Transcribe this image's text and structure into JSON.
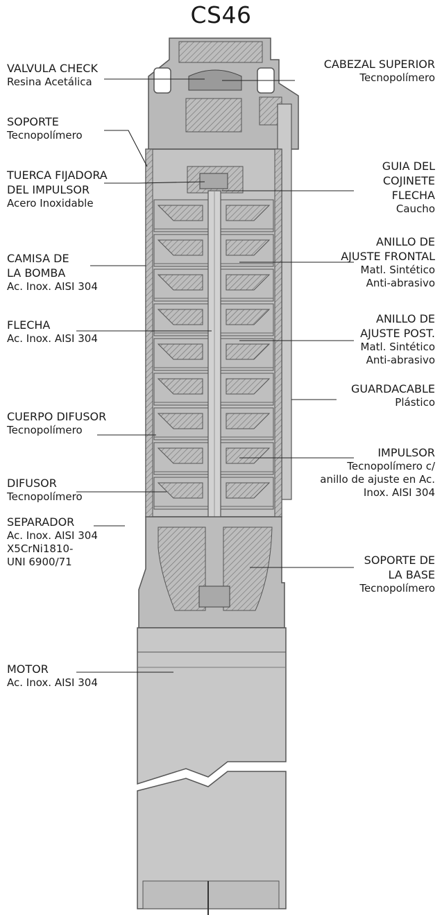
{
  "title": "CS46",
  "labels_left": [
    {
      "name": [
        "VALVULA CHECK"
      ],
      "material": [
        "Resina Acetálica"
      ]
    },
    {
      "name": [
        "SOPORTE"
      ],
      "material": [
        "Tecnopolímero"
      ]
    },
    {
      "name": [
        "TUERCA FIJADORA",
        "DEL IMPULSOR"
      ],
      "material": [
        "Acero Inoxidable"
      ]
    },
    {
      "name": [
        "CAMISA DE",
        "LA BOMBA"
      ],
      "material": [
        "Ac. Inox. AISI 304"
      ]
    },
    {
      "name": [
        "FLECHA"
      ],
      "material": [
        "Ac. Inox. AISI 304"
      ]
    },
    {
      "name": [
        "CUERPO DIFUSOR"
      ],
      "material": [
        "Tecnopolímero"
      ]
    },
    {
      "name": [
        "DIFUSOR"
      ],
      "material": [
        "Tecnopolímero"
      ]
    },
    {
      "name": [
        "SEPARADOR"
      ],
      "material": [
        "Ac. Inox. AISI 304",
        "X5CrNi1810-",
        "UNI 6900/71"
      ]
    },
    {
      "name": [
        "MOTOR"
      ],
      "material": [
        "Ac. Inox. AISI 304"
      ]
    }
  ],
  "labels_right": [
    {
      "name": [
        "CABEZAL SUPERIOR"
      ],
      "material": [
        "Tecnopolímero"
      ]
    },
    {
      "name": [
        "GUIA DEL",
        "COJINETE",
        "FLECHA"
      ],
      "material": [
        "Caucho"
      ]
    },
    {
      "name": [
        "ANILLO DE",
        "AJUSTE FRONTAL"
      ],
      "material": [
        "Matl. Sintético",
        "Anti-abrasivo"
      ]
    },
    {
      "name": [
        "ANILLO DE",
        "AJUSTE POST."
      ],
      "material": [
        "Matl. Sintético",
        "Anti-abrasivo"
      ]
    },
    {
      "name": [
        "GUARDACABLE"
      ],
      "material": [
        "Plástico"
      ]
    },
    {
      "name": [
        "IMPULSOR"
      ],
      "material": [
        "Tecnopolímero c/",
        "anillo de ajuste en Ac.",
        "Inox. AISI 304"
      ]
    },
    {
      "name": [
        "SOPORTE DE",
        "LA BASE"
      ],
      "material": [
        "Tecnopolímero"
      ]
    }
  ]
}
